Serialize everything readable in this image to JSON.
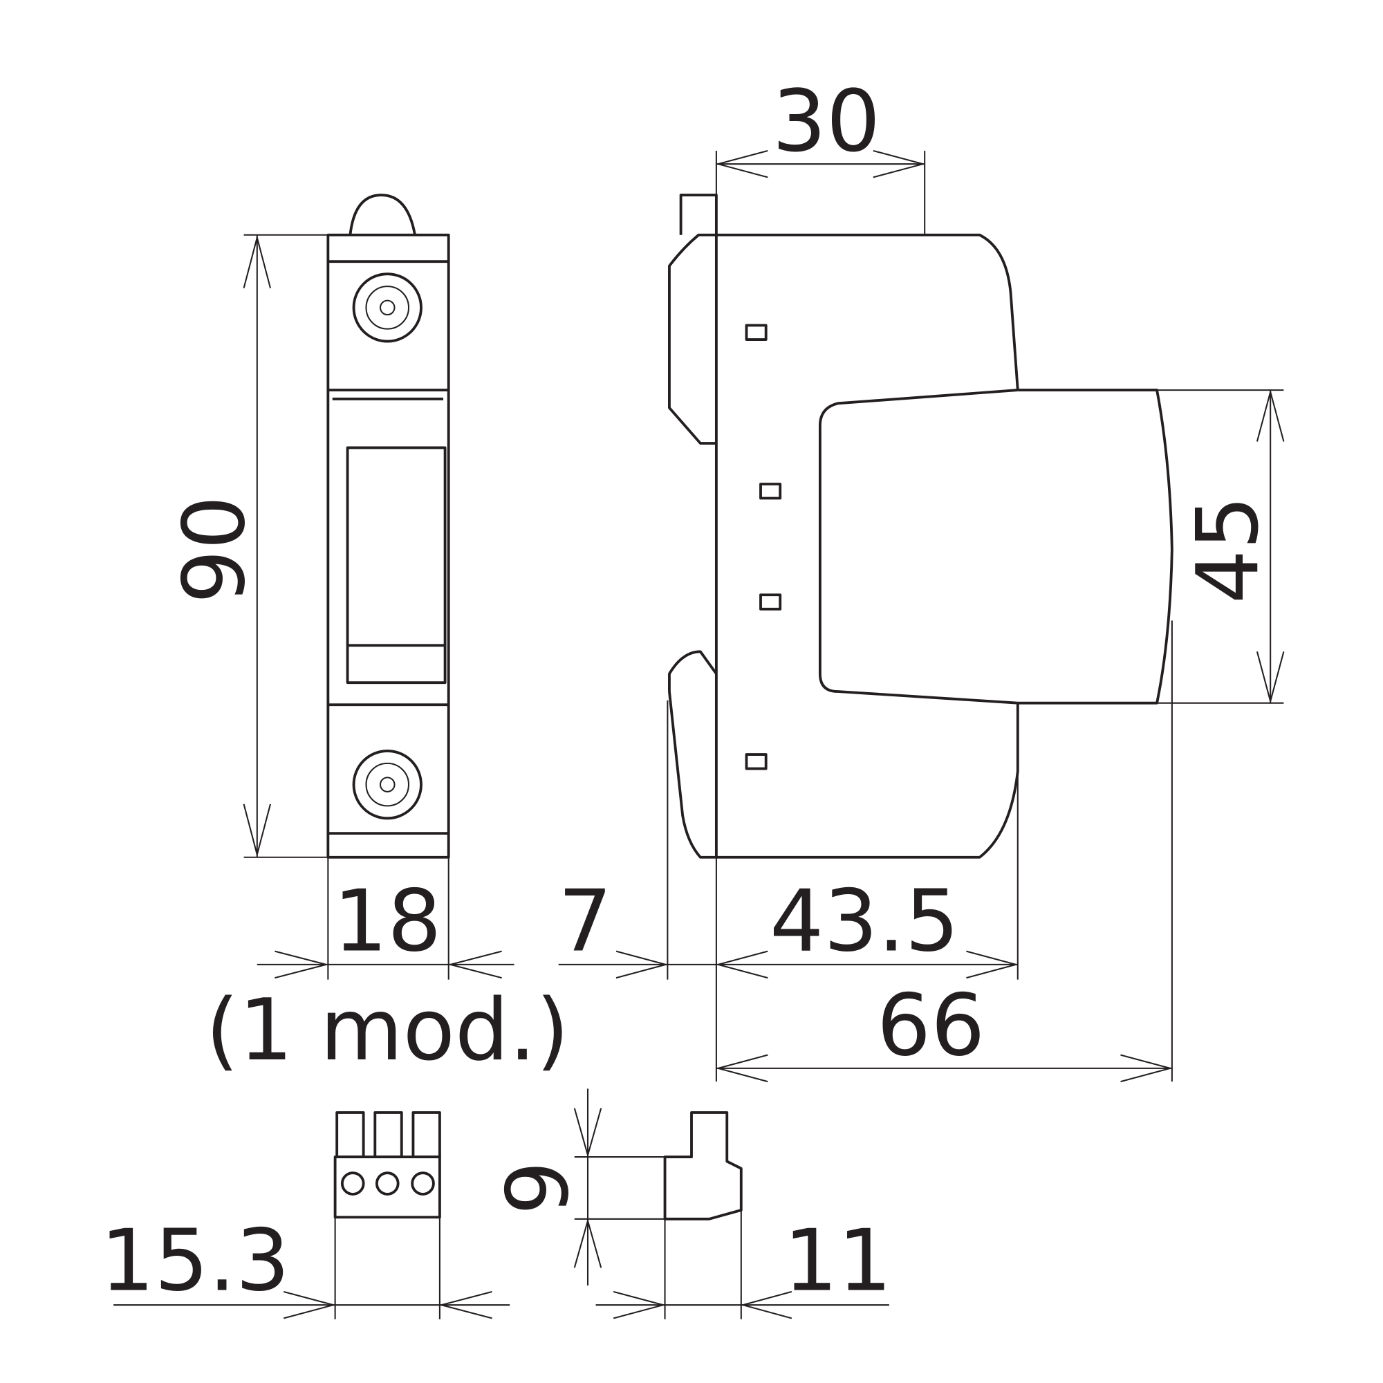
{
  "dimensions": {
    "height_front": "90",
    "width_front": "18",
    "module_note": "(1 mod.)",
    "depth_rail_offset": "7",
    "depth_top": "30",
    "depth_body": "43.5",
    "depth_total": "66",
    "front_height": "45",
    "terminal_width": "15.3",
    "terminal_height": "9",
    "terminal_depth": "11"
  },
  "colors": {
    "line": "#231f20",
    "background": "#ffffff"
  }
}
